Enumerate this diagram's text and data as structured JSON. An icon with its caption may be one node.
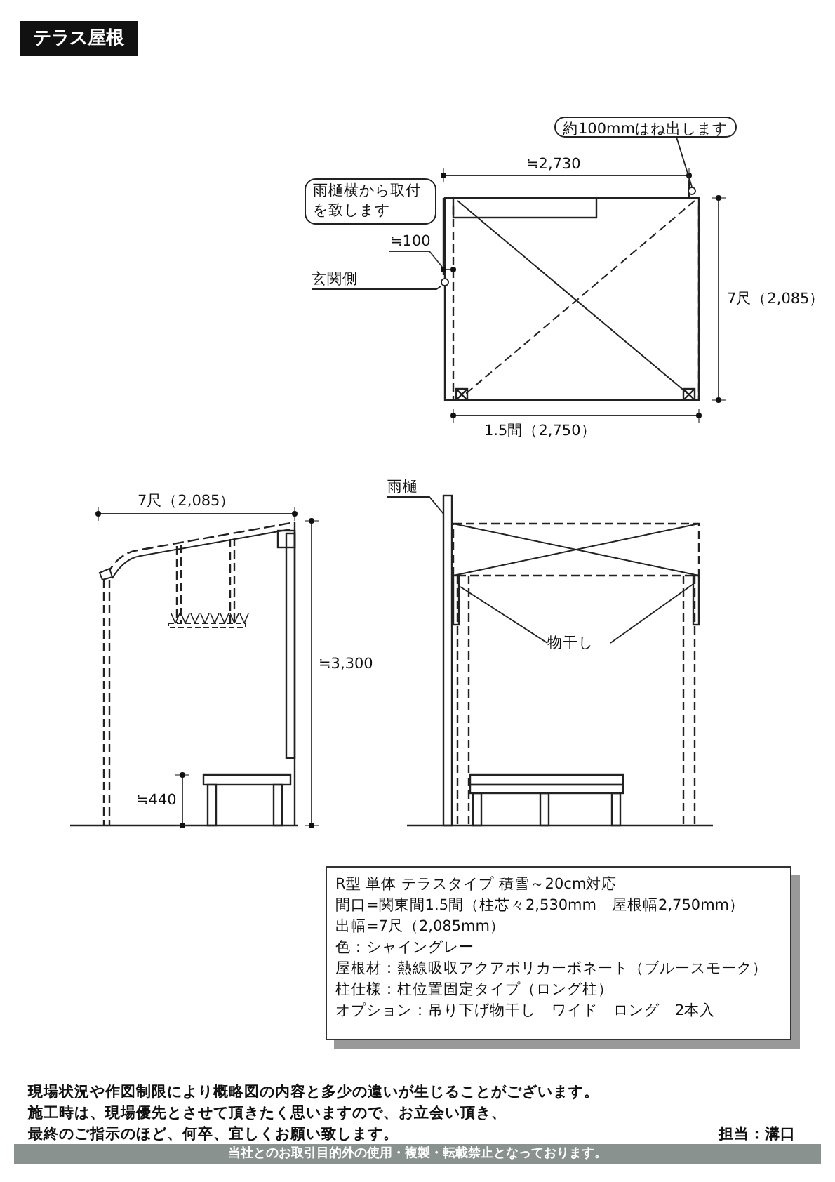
{
  "diagram": {
    "title": "テラス屋根",
    "nodes": [
      {
        "text": [
          "約100mmはね出します"
        ]
      },
      {
        "text": [
          "雨樋横から取付を致します"
        ]
      },
      {
        "text": [
          "玄関側"
        ]
      },
      {
        "text": [
          "雨樋"
        ]
      },
      {
        "text": [
          "物干し"
        ]
      },
      {
        "text": [
          "R型 単体 テラスタイプ 積雪～20cm対応",
          "間口=関東間1.5間（柱芯々2,530mm　屋根幅2,750mm）",
          "出幅=7尺（2,085mm）",
          "色：シャイングレー",
          "屋根材：熱線吸収アクアポリカーボネート（ブルースモーク）",
          "柱仕様：柱位置固定タイプ（ロング柱）",
          "オプション：吊り下げ物干し　ワイド　ロング　2本入"
        ]
      },
      {
        "text": [],
        "shape": "circle"
      },
      {
        "text": [],
        "shape": "circle"
      }
    ],
    "edges": [
      {
        "from": 0,
        "to": 6,
        "arrow": "none"
      },
      {
        "from": 2,
        "to": 7,
        "arrow": "none"
      },
      {
        "from": 3,
        "to": null,
        "arrow": "none"
      },
      {
        "from": 4,
        "to": null,
        "arrow": "none"
      },
      {
        "from": 4,
        "to": null,
        "arrow": "none"
      }
    ],
    "labels": [
      "≒2,730",
      "≒100",
      "7尺（2,085）",
      "1.5間（2,750）",
      "7尺（2,085）",
      "≒3,300",
      "≒440",
      "現場状況や作図制限により概略図の内容と多少の違いが生じることがございます。",
      "施工時は、現場優先とさせて頂きたく思いますので、お立会い頂き、",
      "最終のご指示のほど、何卒、宜しくお願い致します。",
      "担当：溝口",
      "当社とのお取引目的外の使用・複製・転載禁止となっております。"
    ]
  }
}
